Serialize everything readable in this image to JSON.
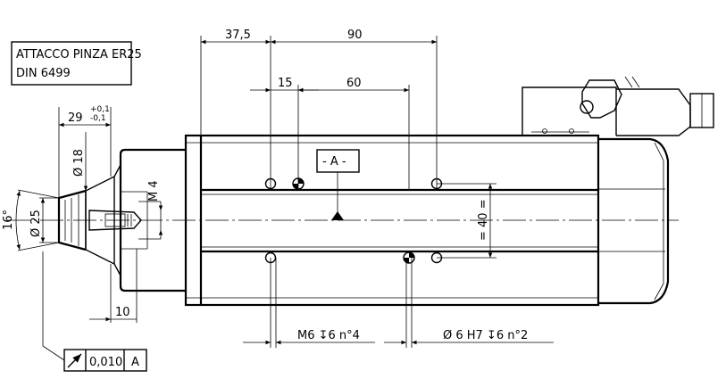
{
  "title_box": {
    "line1": "ATTACCO PINZA ER25",
    "line2": "DIN 6499"
  },
  "dimensions": {
    "d_37_5": "37,5",
    "d_90": "90",
    "d_15": "15",
    "d_60": "60",
    "d_29": "29",
    "tol_plus": "+0,1",
    "tol_minus": "-0,1",
    "d_phi18": "Ø 18",
    "d_phi25": "Ø 25",
    "d_16deg": "16°",
    "d_m4": "M 4",
    "d_10": "10",
    "d_40": "= 40 ="
  },
  "datum": {
    "label": "- A -",
    "letter": "A"
  },
  "tolerance_frame": {
    "symbol": "runout-arrow-icon",
    "value": "0,010",
    "datum_ref": "A"
  },
  "hole_callouts": {
    "threaded": "M6 ↧6  n°4",
    "pin": "Ø  6  H7 ↧6 n°2"
  }
}
